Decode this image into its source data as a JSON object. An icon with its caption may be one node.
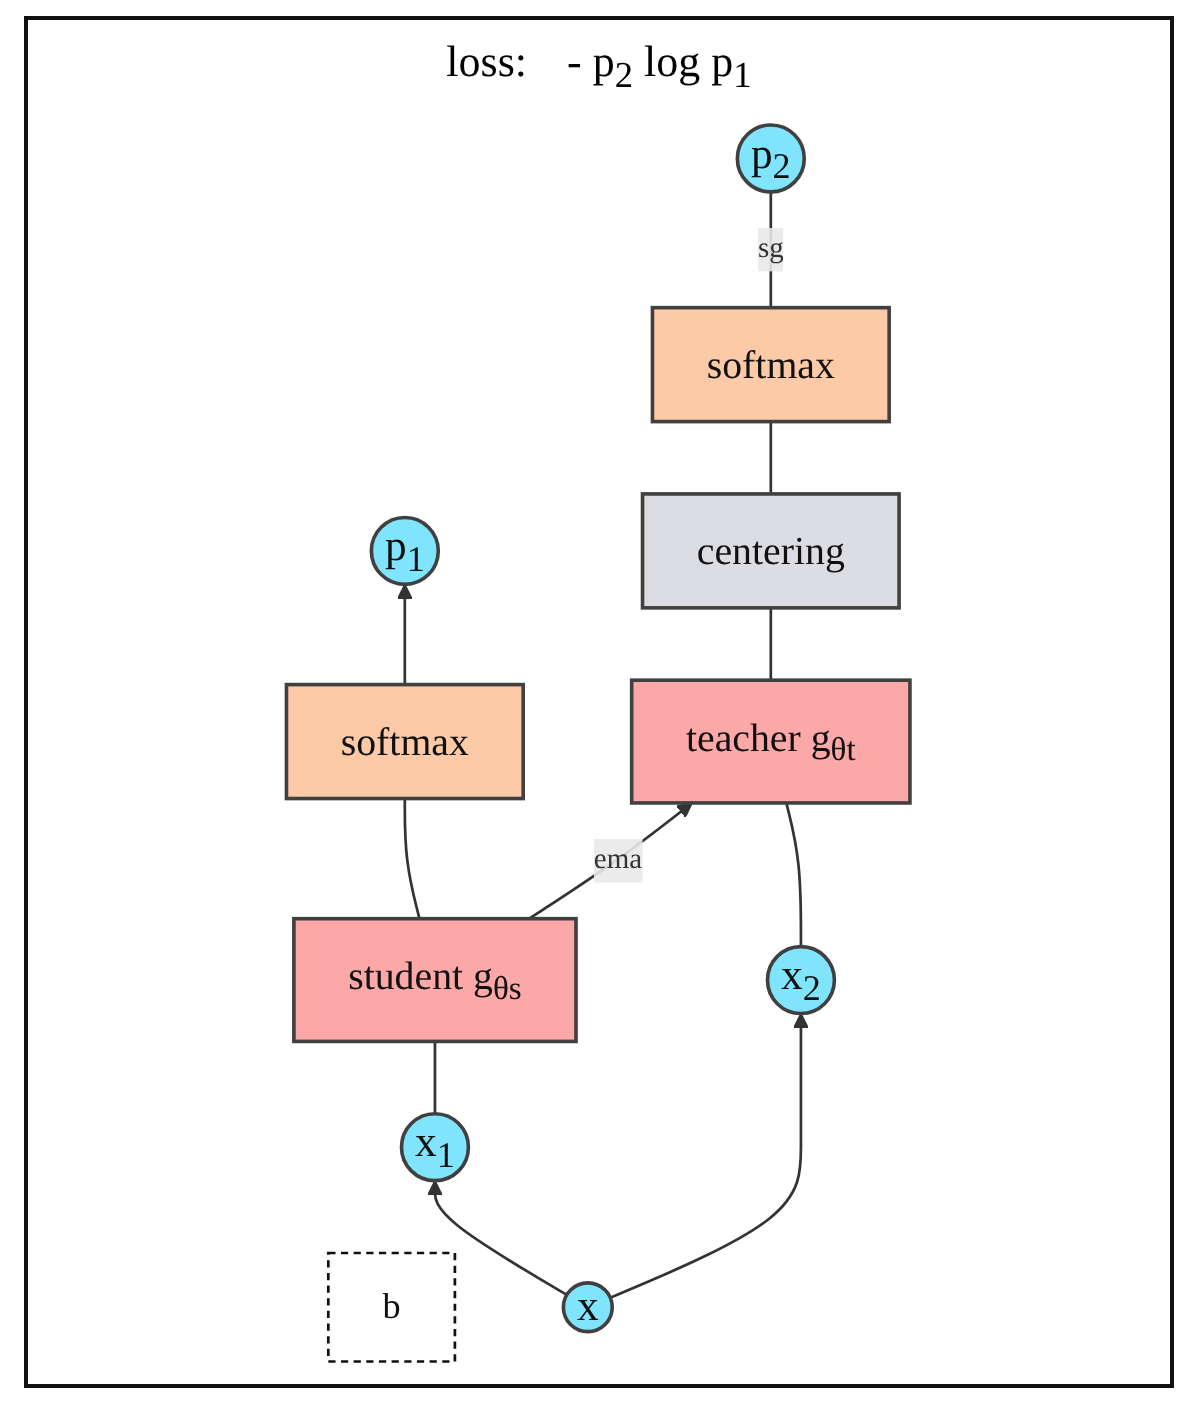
{
  "diagram": {
    "nodes": [
      {
        "text": [
          "b"
        ]
      },
      {
        "text": [
          "p$_{1}$"
        ]
      },
      {
        "text": [
          "p$_{2}$"
        ]
      },
      {
        "text": [
          "softmax"
        ]
      },
      {
        "text": [
          "softmax"
        ]
      },
      {
        "text": [
          "centering"
        ]
      },
      {
        "text": [
          "student g$_{θs}$"
        ]
      },
      {
        "text": [
          "teacher g$_{θt}$"
        ]
      },
      {
        "text": [
          "x$_{1}$"
        ]
      },
      {
        "text": [
          "x$_{2}$"
        ]
      },
      {
        "text": [
          "x"
        ]
      }
    ],
    "edges": [
      {
        "from": 3,
        "to": 1,
        "arrow": "to"
      },
      {
        "from": 4,
        "to": 2,
        "arrow": "none",
        "label": "sg"
      },
      {
        "from": 6,
        "to": 3,
        "arrow": "none"
      },
      {
        "from": 5,
        "to": 4,
        "arrow": "none"
      },
      {
        "from": 7,
        "to": 5,
        "arrow": "none"
      },
      {
        "from": 6,
        "to": 7,
        "arrow": "to",
        "label": "ema"
      },
      {
        "from": 8,
        "to": 6,
        "arrow": "none"
      },
      {
        "from": 9,
        "to": 7,
        "arrow": "none"
      },
      {
        "from": 10,
        "to": 8,
        "arrow": "to"
      },
      {
        "from": 10,
        "to": 9,
        "arrow": "to"
      }
    ],
    "labels": [
      "loss:",
      "- p$_{2}$ log p$_{1}$"
    ]
  }
}
